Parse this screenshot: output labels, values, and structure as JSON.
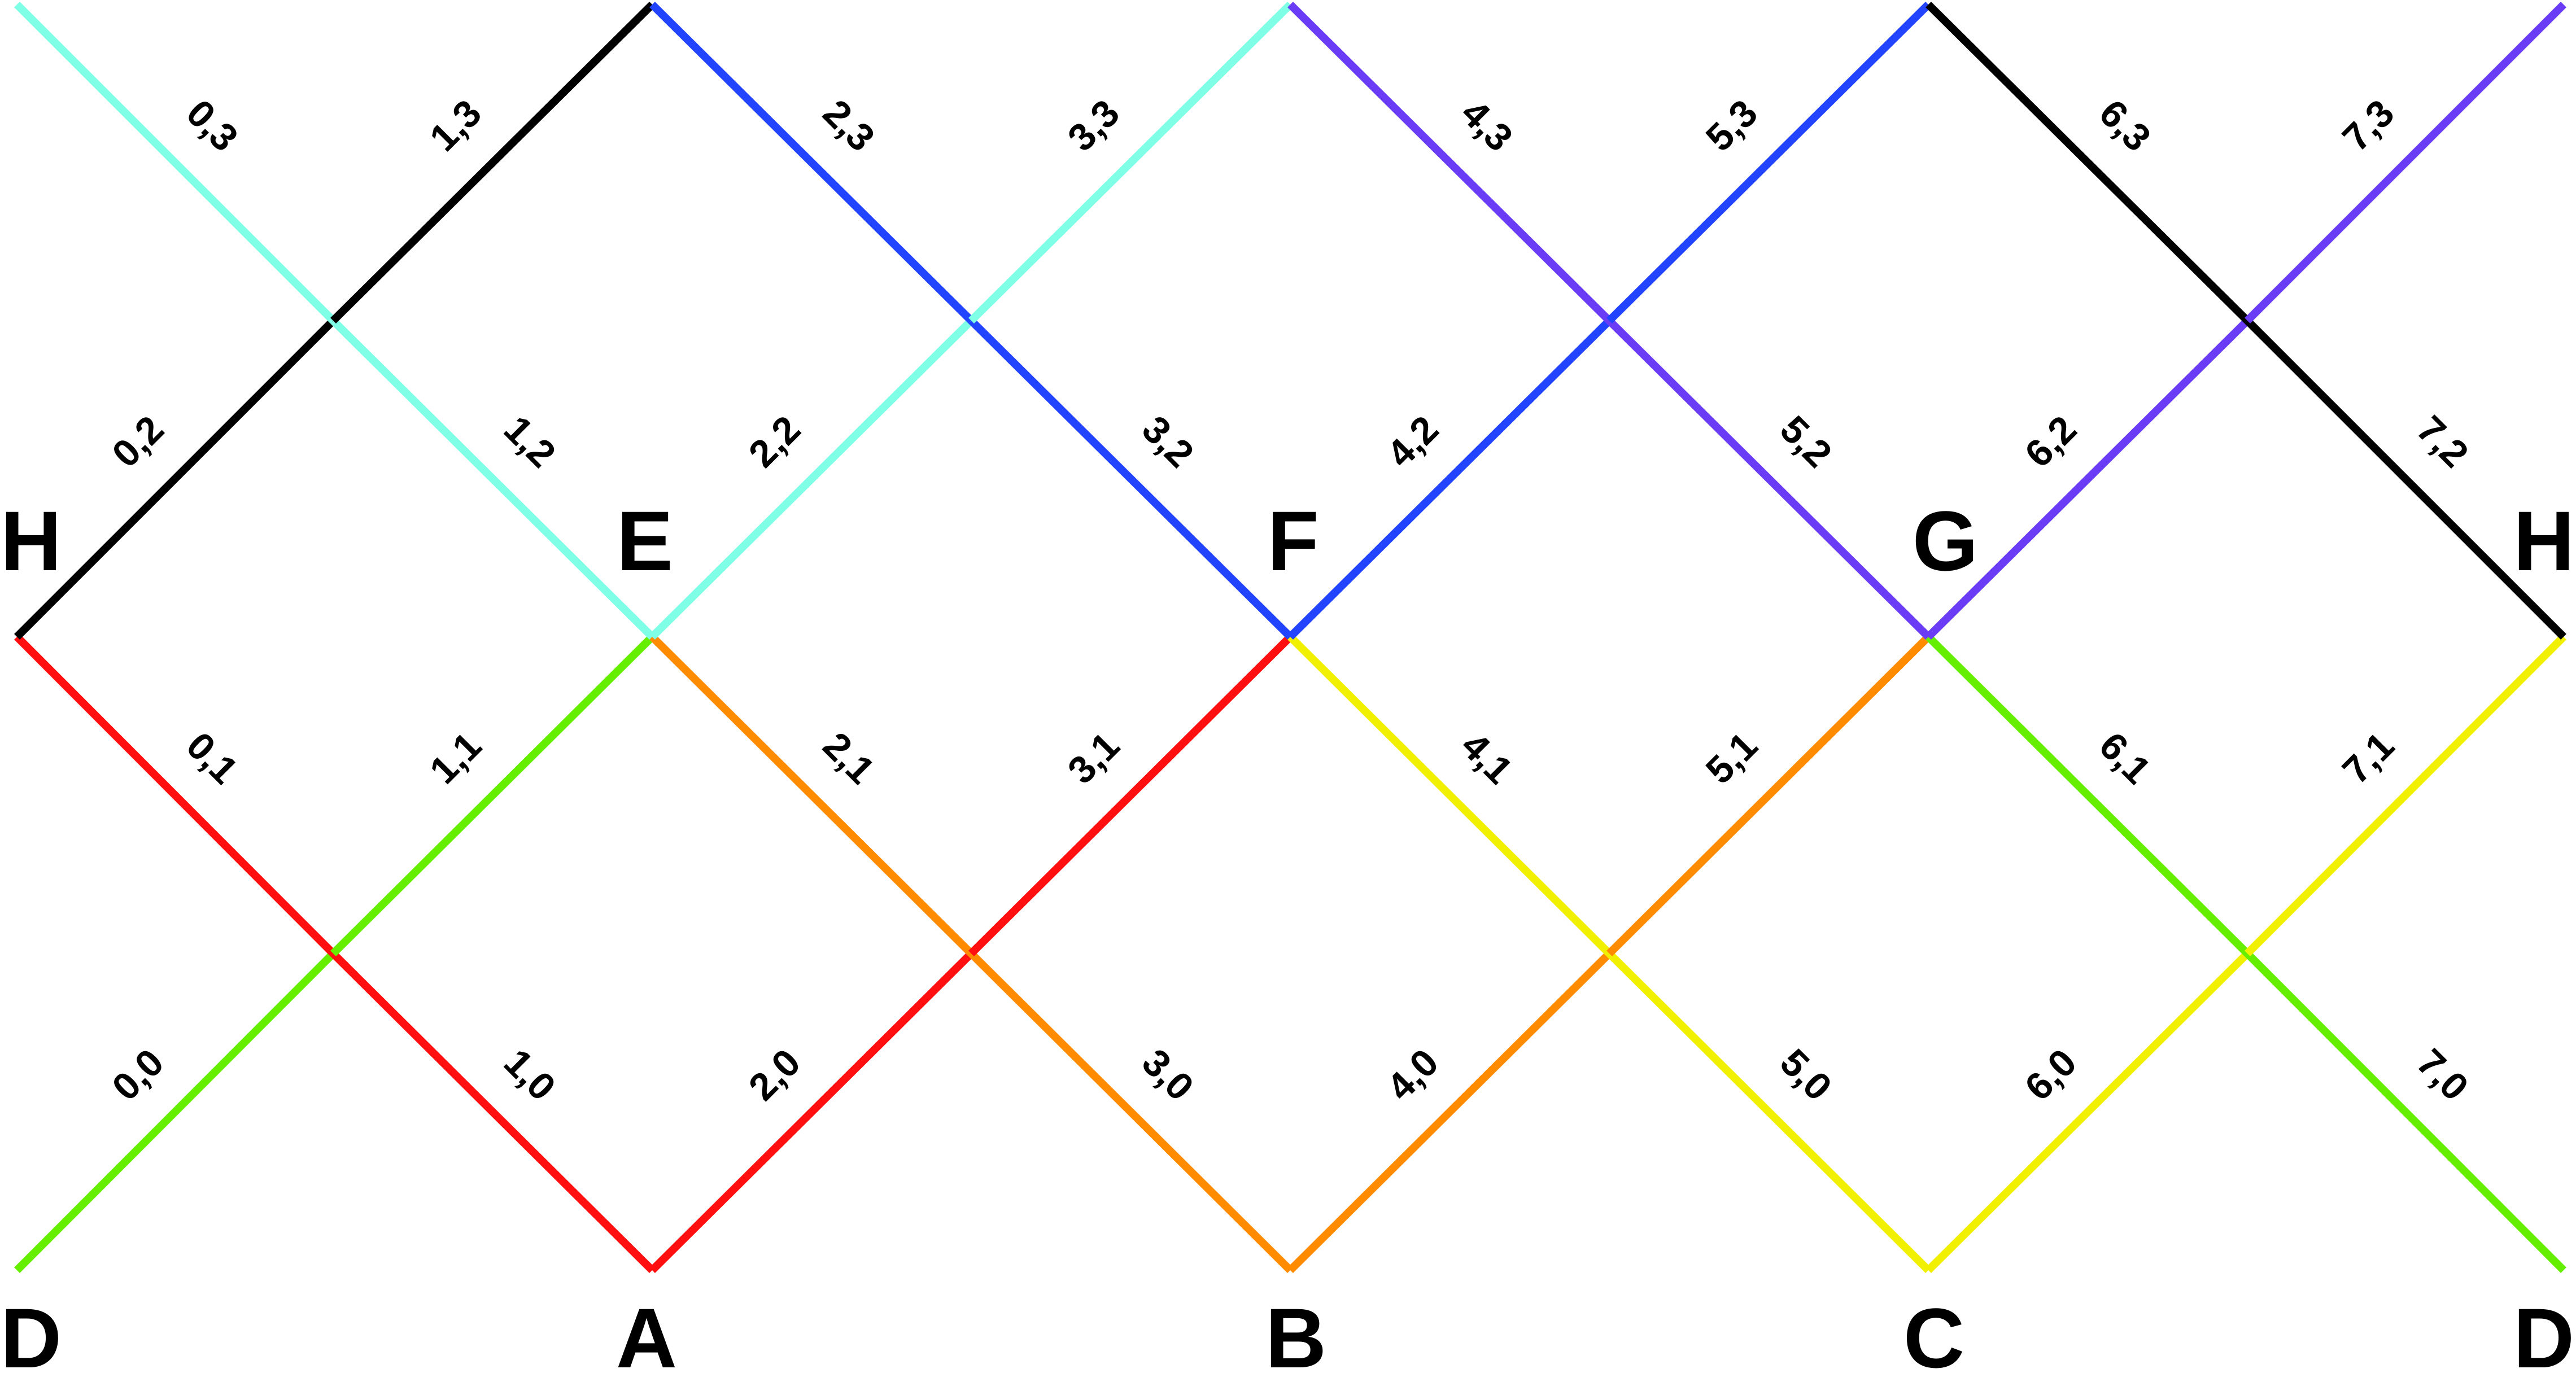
{
  "diagram": {
    "nodes": [
      {
        "label": "H"
      },
      {
        "label": "E"
      },
      {
        "label": "F"
      },
      {
        "label": "G"
      },
      {
        "label": "H"
      },
      {
        "label": "D"
      },
      {
        "label": "A"
      },
      {
        "label": "B"
      },
      {
        "label": "C"
      },
      {
        "label": "D"
      }
    ],
    "edges": [
      {
        "label": "0,0",
        "color": "#66ee00"
      },
      {
        "label": "1,0",
        "color": "#ff0f0f"
      },
      {
        "label": "2,0",
        "color": "#ff0f0f"
      },
      {
        "label": "3,0",
        "color": "#ff8c00"
      },
      {
        "label": "4,0",
        "color": "#ff8c00"
      },
      {
        "label": "5,0",
        "color": "#f0f000"
      },
      {
        "label": "6,0",
        "color": "#f0f000"
      },
      {
        "label": "7,0",
        "color": "#66ee00"
      },
      {
        "label": "0,1",
        "color": "#ff0f0f"
      },
      {
        "label": "1,1",
        "color": "#66ee00"
      },
      {
        "label": "2,1",
        "color": "#ff8c00"
      },
      {
        "label": "3,1",
        "color": "#ff0f0f"
      },
      {
        "label": "4,1",
        "color": "#f0f000"
      },
      {
        "label": "5,1",
        "color": "#ff8c00"
      },
      {
        "label": "6,1",
        "color": "#66ee00"
      },
      {
        "label": "7,1",
        "color": "#f0f000"
      },
      {
        "label": "0,2",
        "color": "#000000"
      },
      {
        "label": "1,2",
        "color": "#7fffe6"
      },
      {
        "label": "2,2",
        "color": "#7fffe6"
      },
      {
        "label": "3,2",
        "color": "#2244ff"
      },
      {
        "label": "4,2",
        "color": "#2244ff"
      },
      {
        "label": "5,2",
        "color": "#6a3cf5"
      },
      {
        "label": "6,2",
        "color": "#6a3cf5"
      },
      {
        "label": "7,2",
        "color": "#000000"
      },
      {
        "label": "0,3",
        "color": "#7fffe6"
      },
      {
        "label": "1,3",
        "color": "#000000"
      },
      {
        "label": "2,3",
        "color": "#2244ff"
      },
      {
        "label": "3,3",
        "color": "#7fffe6"
      },
      {
        "label": "4,3",
        "color": "#6a3cf5"
      },
      {
        "label": "5,3",
        "color": "#2244ff"
      },
      {
        "label": "6,3",
        "color": "#000000"
      },
      {
        "label": "7,3",
        "color": "#6a3cf5"
      }
    ]
  }
}
